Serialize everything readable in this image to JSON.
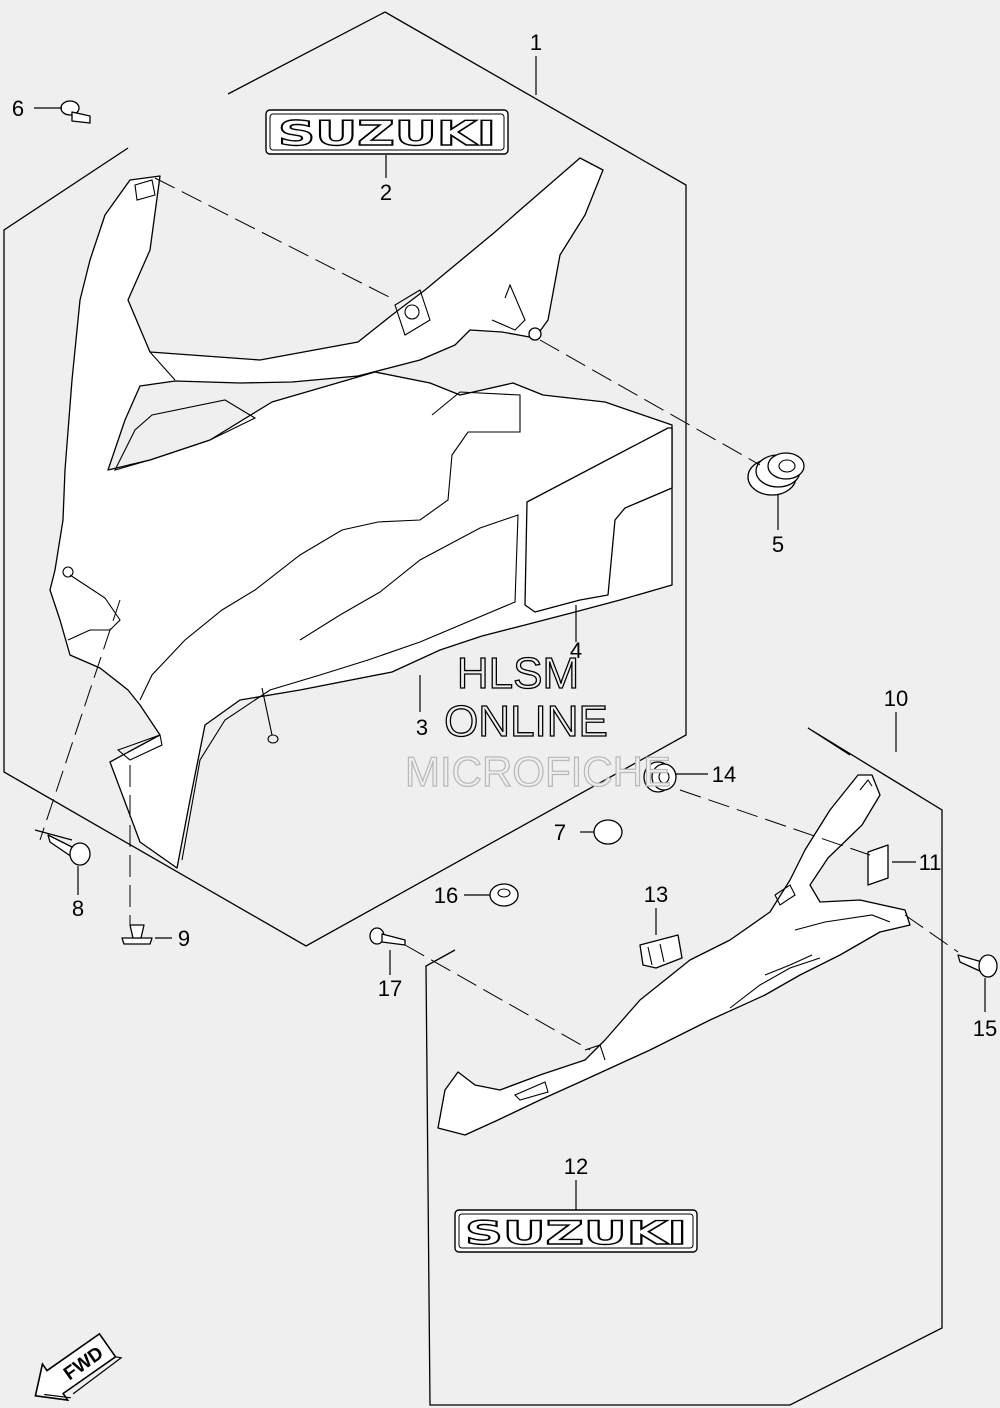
{
  "callouts": [
    "1",
    "2",
    "3",
    "4",
    "5",
    "6",
    "7",
    "8",
    "9",
    "10",
    "11",
    "12",
    "13",
    "14",
    "15",
    "16",
    "17"
  ],
  "logos": {
    "upper": "SUZUKI",
    "lower": "SUZUKI"
  },
  "watermark": {
    "line1": "HLSM",
    "line2": "ONLINE",
    "line3": "MICROFICHE"
  },
  "fwd_label": "FWD"
}
